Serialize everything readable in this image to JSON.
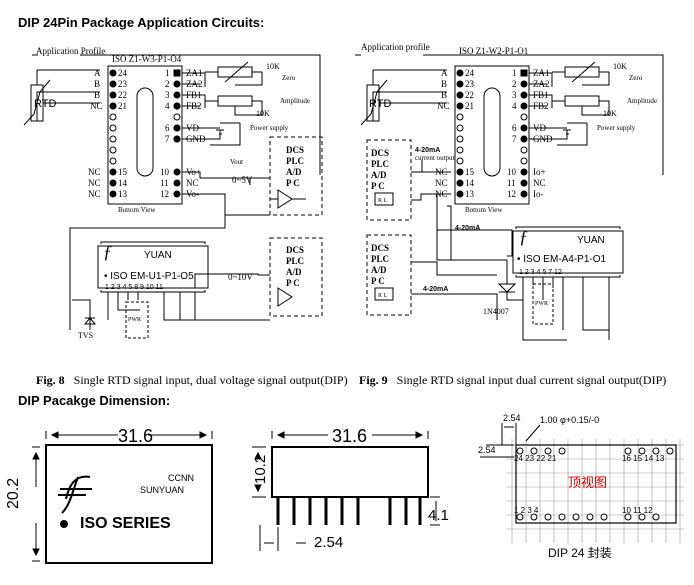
{
  "headings": {
    "title": "DIP 24Pin Package Application Circuits:",
    "dimension": "DIP Pacakge Dimension:"
  },
  "fig8": {
    "label": "Fig. 8",
    "caption": "Single RTD signal input, dual voltage signal output(DIP)",
    "profile": "Application Profile",
    "model": "ISO Z1-W3-P1-O4",
    "left_pins": [
      {
        "n": "A",
        "p": "24"
      },
      {
        "n": "B",
        "p": "23"
      },
      {
        "n": "B",
        "p": "22"
      },
      {
        "n": "NC",
        "p": "21"
      }
    ],
    "right_pins": [
      {
        "p": "1",
        "n": "ZA1"
      },
      {
        "p": "2",
        "n": "ZA2"
      },
      {
        "p": "3",
        "n": "FB1"
      },
      {
        "p": "4",
        "n": "FB2"
      },
      {
        "p": "6",
        "n": "VD"
      },
      {
        "p": "7",
        "n": "GND"
      }
    ],
    "bottom_left": [
      {
        "n": "NC",
        "p": "15"
      },
      {
        "n": "NC",
        "p": "14"
      },
      {
        "n": "NC",
        "p": "13"
      }
    ],
    "bottom_right": [
      {
        "p": "10",
        "n": "Vo+"
      },
      {
        "p": "11",
        "n": "NC"
      },
      {
        "p": "12",
        "n": "Vo-"
      }
    ],
    "rtd": "RTD",
    "pot1": "10K",
    "zero": "Zero",
    "pot2": "10K",
    "amp": "Amplitude",
    "power": "Power supply",
    "bottom_view": "Bottom View",
    "vout": "Vout",
    "v1": "0~5V",
    "v2": "0~10V",
    "dcs": [
      "DCS",
      "PLC",
      "A/D",
      "P C"
    ],
    "yuan": "YUAN",
    "module": "ISO EM-U1-P1-O5",
    "module_pins": "1 2 3 4 5   8 9 10 11",
    "pwr": "PWR",
    "tvs": "TVS"
  },
  "fig9": {
    "label": "Fig. 9",
    "caption": "Single RTD signal input dual current signal output(DIP)",
    "profile": "Application profile",
    "model": "ISO Z1-W2-P1-O1",
    "left_pins": [
      {
        "n": "A",
        "p": "24"
      },
      {
        "n": "B",
        "p": "23"
      },
      {
        "n": "B",
        "p": "22"
      },
      {
        "n": "NC",
        "p": "21"
      }
    ],
    "right_pins": [
      {
        "p": "1",
        "n": "ZA1"
      },
      {
        "p": "2",
        "n": "ZA2"
      },
      {
        "p": "3",
        "n": "FB1"
      },
      {
        "p": "4",
        "n": "FB2"
      },
      {
        "p": "6",
        "n": "VD"
      },
      {
        "p": "7",
        "n": "GND"
      }
    ],
    "bottom_left": [
      {
        "n": "NC",
        "p": "15"
      },
      {
        "n": "NC",
        "p": "14"
      },
      {
        "n": "NC",
        "p": "13"
      }
    ],
    "bottom_right": [
      {
        "p": "10",
        "n": "Io+"
      },
      {
        "p": "11",
        "n": "NC"
      },
      {
        "p": "12",
        "n": "Io-"
      }
    ],
    "rtd": "RTD",
    "pot1": "10K",
    "zero": "Zero",
    "pot2": "10K",
    "amp": "Amplitude",
    "power": "Power supply",
    "bottom_view": "Bottom View",
    "current1": "4-20mA",
    "current_out": "current output",
    "current2": "4-20mA",
    "current3": "4-20mA",
    "dcs": [
      "DCS",
      "PLC",
      "A/D",
      "P C"
    ],
    "rl": "R L",
    "yuan": "YUAN",
    "module": "ISO EM-A4-P1-O1",
    "module_pins": "1 2 3 4 5   7   12",
    "pwr": "PWR",
    "diode": "1N4007"
  },
  "dims": {
    "w1": "31.6",
    "h1": "20.2",
    "brand1": "CCNN",
    "brand2": "SUNYUAN",
    "series": "ISO SERIES",
    "w2": "31.6",
    "h2": "10.2",
    "p2": "2.54",
    "t2": "4.1",
    "d_top": "2.54",
    "d_side": "2.54",
    "d_hole": "1.00 φ+0.15/-0",
    "top_pins": "24 23 22 21",
    "top_pins_r": "16 15 14 13",
    "bot_pins": "1 2 3 4",
    "bot_pins_r": "10 11 12",
    "top_view": "顶视图",
    "dip_label": "DIP 24  封装"
  }
}
